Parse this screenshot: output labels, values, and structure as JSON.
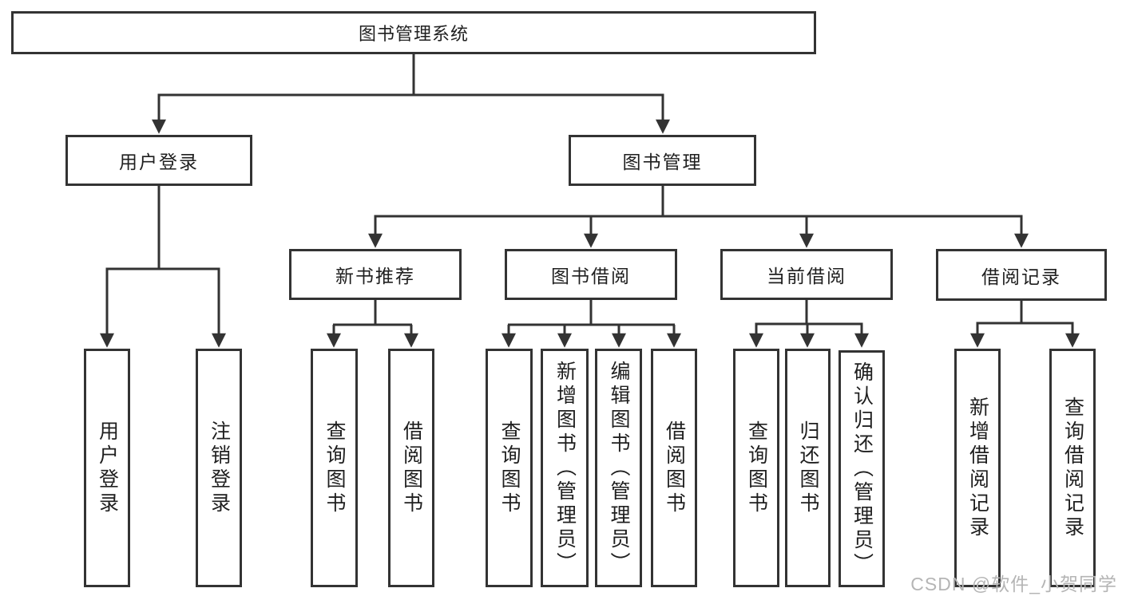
{
  "tree": {
    "root": {
      "label": "图书管理系统"
    },
    "branches": [
      {
        "label": "用户登录",
        "children": [
          {
            "label": "用户登录"
          },
          {
            "label": "注销登录"
          }
        ]
      },
      {
        "label": "图书管理",
        "children": [
          {
            "label": "新书推荐",
            "children": [
              {
                "label": "查询图书"
              },
              {
                "label": "借阅图书"
              }
            ]
          },
          {
            "label": "图书借阅",
            "children": [
              {
                "label": "查询图书"
              },
              {
                "label": "新增图书（管理员）"
              },
              {
                "label": "编辑图书（管理员）"
              },
              {
                "label": "借阅图书"
              }
            ]
          },
          {
            "label": "当前借阅",
            "children": [
              {
                "label": "查询图书"
              },
              {
                "label": "归还图书"
              },
              {
                "label": "确认归还（管理员）"
              }
            ]
          },
          {
            "label": "借阅记录",
            "children": [
              {
                "label": "新增借阅记录"
              },
              {
                "label": "查询借阅记录"
              }
            ]
          }
        ]
      }
    ]
  },
  "watermark": "CSDN @软件_小贺同学",
  "colors": {
    "line": "#333333",
    "border": "#333333",
    "text": "#1f1f1f",
    "watermark": "#b5b5b5",
    "background": "#ffffff"
  }
}
